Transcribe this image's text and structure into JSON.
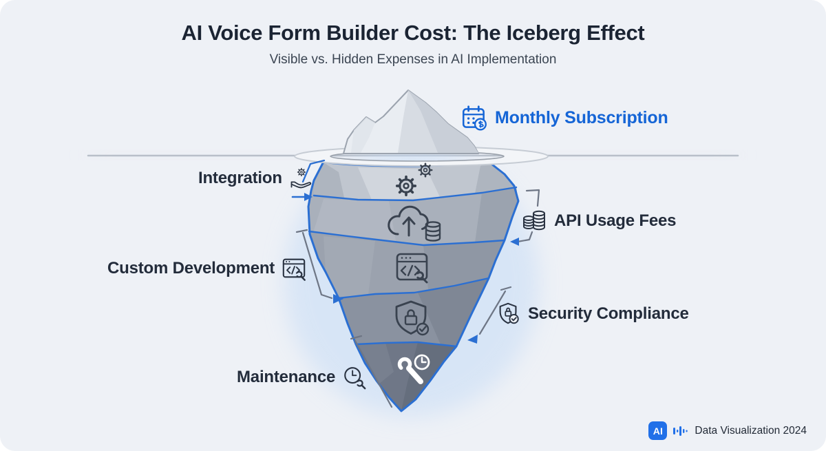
{
  "header": {
    "title": "AI Voice Form Builder Cost: The Iceberg Effect",
    "subtitle": "Visible vs. Hidden Expenses in AI Implementation"
  },
  "visible_cost": {
    "label": "Monthly Subscription",
    "icon": "calendar-dollar-icon",
    "position": "above-waterline"
  },
  "hidden_costs": [
    {
      "label": "Integration",
      "icon": "hand-gear-icon",
      "side": "left"
    },
    {
      "label": "API Usage Fees",
      "icon": "coin-stack-icon",
      "side": "right"
    },
    {
      "label": "Custom Development",
      "icon": "code-window-icon",
      "side": "left"
    },
    {
      "label": "Security Compliance",
      "icon": "shield-check-icon",
      "side": "right"
    },
    {
      "label": "Maintenance",
      "icon": "clock-wrench-icon",
      "side": "left"
    }
  ],
  "iceberg": {
    "visible_section": "Monthly Subscription",
    "hidden_sections": [
      "Integration",
      "API Usage Fees",
      "Custom Development",
      "Security Compliance",
      "Maintenance"
    ]
  },
  "footer": {
    "badge": "AI",
    "label": "Data Visualization 2024"
  },
  "colors": {
    "background": "#eef1f6",
    "accent_blue": "#1565d6",
    "outline_blue": "#2b6fd2",
    "badge_blue": "#2170e8",
    "text_dark": "#232c3b",
    "connector_gray": "#6e7685"
  }
}
